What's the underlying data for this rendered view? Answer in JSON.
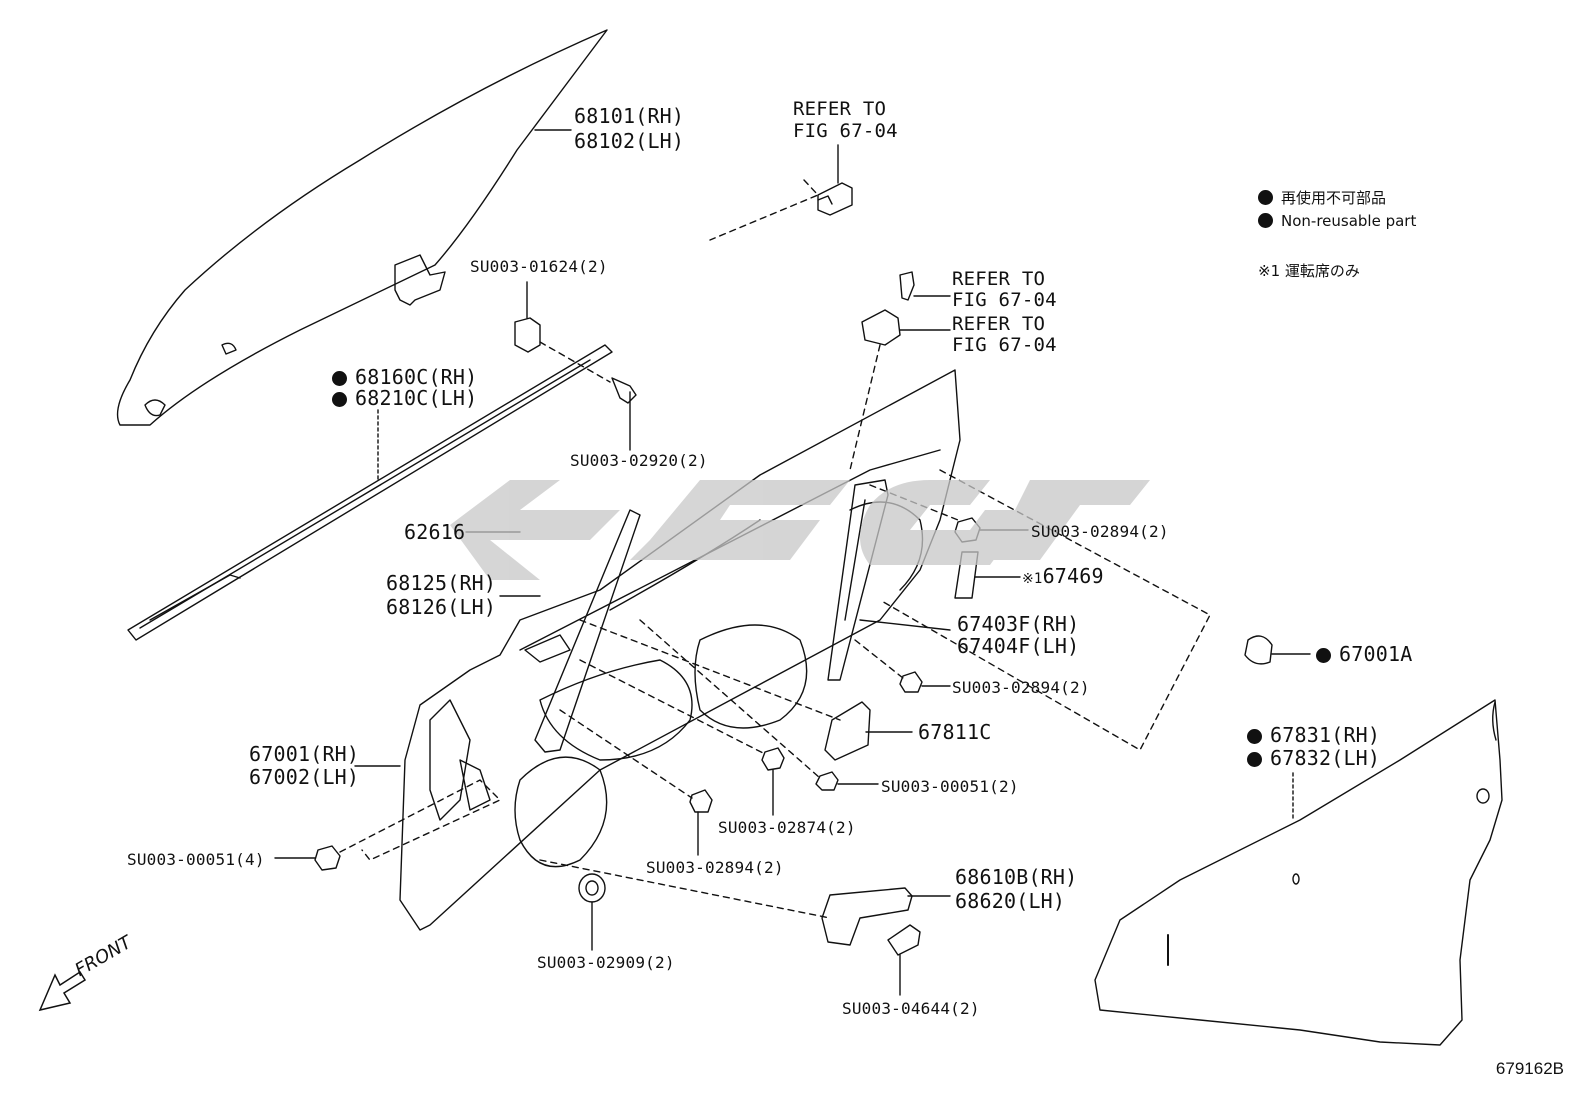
{
  "labels": {
    "glass_rh": "68101(RH)",
    "glass_lh": "68102(LH)",
    "refer_top_1": "REFER TO",
    "refer_top_2": "FIG 67-04",
    "clip_01624": "SU003-01624(2)",
    "seal_rh": "68160C(RH)",
    "seal_lh": "68210C(LH)",
    "screw_02920": "SU003-02920(2)",
    "refer_mid_a1": "REFER TO",
    "refer_mid_a2": "FIG 67-04",
    "refer_mid_b1": "REFER TO",
    "refer_mid_b2": "FIG 67-04",
    "part_62616": "62616",
    "sash_rh": "68125(RH)",
    "sash_lh": "68126(LH)",
    "nut_02894_a": "SU003-02894(2)",
    "part_67469": "67469",
    "note_mark": "※1",
    "reg_rh": "67403F(RH)",
    "reg_lh": "67404F(LH)",
    "part_67001A": "67001A",
    "nut_02894_b": "SU003-02894(2)",
    "part_67811C": "67811C",
    "panel_rh": "67001(RH)",
    "panel_lh": "67002(LH)",
    "screen_rh": "67831(RH)",
    "screen_lh": "67832(LH)",
    "nut_00051_b": "SU003-00051(2)",
    "nut_02874": "SU003-02874(2)",
    "nut_00051_a": "SU003-00051(4)",
    "nut_02894_c": "SU003-02894(2)",
    "check_rh": "68610B(RH)",
    "check_lh": "68620(LH)",
    "plug_02909": "SU003-02909(2)",
    "bolt_04644": "SU003-04644(2)",
    "front": "FRONT",
    "figure_no": "679162B"
  },
  "legend": {
    "item1": "再使用不可部品",
    "item2": "Non-reusable part",
    "note": "※1 運転席のみ"
  },
  "colors": {
    "line": "#111111",
    "watermark": "#c8c8c8"
  }
}
